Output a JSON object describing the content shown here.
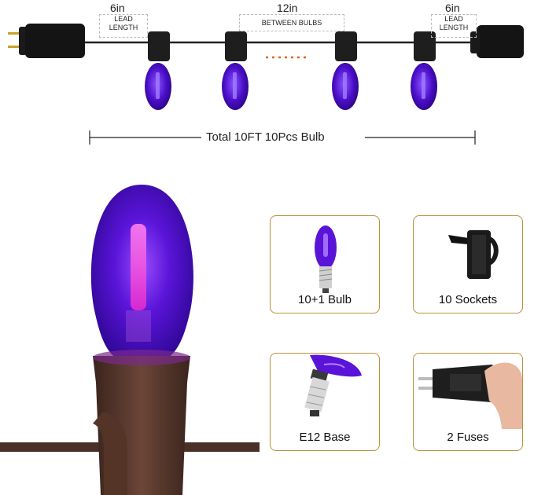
{
  "diagram": {
    "lead_left": {
      "value": "6in",
      "label_line1": "LEAD",
      "label_line2": "LENGTH"
    },
    "between": {
      "value": "12in",
      "label": "BETWEEN BULBS"
    },
    "lead_right": {
      "value": "6in",
      "label_line1": "LEAD",
      "label_line2": "LENGTH"
    },
    "total": "Total 10FT 10Pcs Bulb"
  },
  "features": [
    {
      "label": "10+1 Bulb",
      "icon": "bulb-icon"
    },
    {
      "label": "10 Sockets",
      "icon": "socket-icon"
    },
    {
      "label": "E12 Base",
      "icon": "e12-base-icon"
    },
    {
      "label": "2 Fuses",
      "icon": "fuse-plug-icon"
    }
  ],
  "colors": {
    "bulb_purple": "#5a14d8",
    "bulb_glow": "#ff4fe0",
    "socket_brown": "#5b3a2e",
    "card_border": "#b8923a"
  }
}
